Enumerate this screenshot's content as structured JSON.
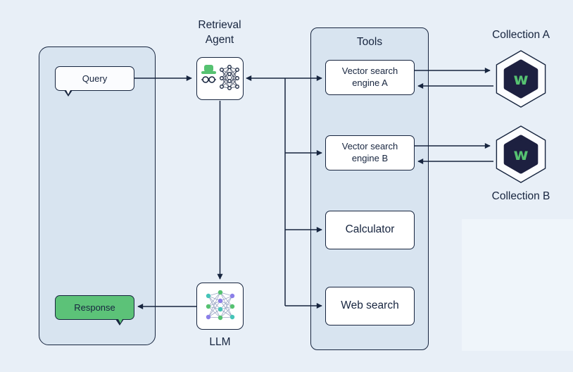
{
  "colors": {
    "background": "#e8eff7",
    "panel_fill": "#d8e4f0",
    "outline_navy": "#17253f",
    "box_fill": "#ffffff",
    "accent_green": "#56c271",
    "response_green": "#5cc278",
    "logo_dark": "#1d2040",
    "llm_node_teal": "#45c4b8",
    "llm_node_purple": "#8b7fe8"
  },
  "nodes": {
    "query": "Query",
    "response": "Response",
    "agent": "Retrieval Agent",
    "llm": "LLM",
    "tools_title": "Tools",
    "tools": [
      {
        "label": "Vector search engine A"
      },
      {
        "label": "Vector search engine B"
      },
      {
        "label": "Calculator"
      },
      {
        "label": "Web search"
      }
    ],
    "collection_a": "Collection A",
    "collection_b": "Collection B"
  }
}
